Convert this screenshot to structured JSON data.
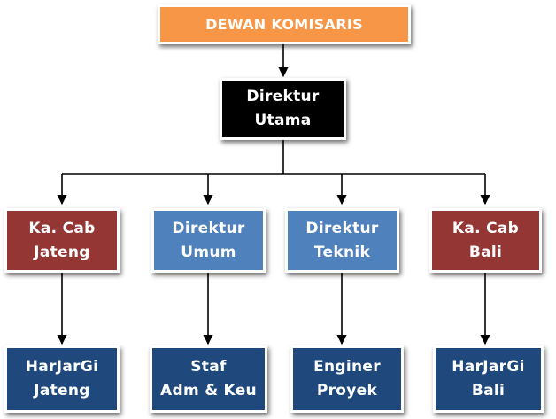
{
  "board": {
    "label": "DEWAN KOMISARIS",
    "color": "#f79646"
  },
  "director": {
    "label": "Direktur\nUtama",
    "color": "#000000"
  },
  "level2": [
    {
      "label": "Ka. Cab\nJateng",
      "color": "#943634"
    },
    {
      "label": "Direktur\nUmum",
      "color": "#4f81bd"
    },
    {
      "label": "Direktur\nTeknik",
      "color": "#4f81bd"
    },
    {
      "label": "Ka. Cab\nBali",
      "color": "#943634"
    }
  ],
  "level3": [
    {
      "label": "HarJarGi\nJateng",
      "color": "#1f497d"
    },
    {
      "label": "Staf\nAdm & Keu",
      "color": "#1f497d"
    },
    {
      "label": "Enginer\nProyek",
      "color": "#1f497d"
    },
    {
      "label": "HarJarGi\nBali",
      "color": "#1f497d"
    }
  ]
}
